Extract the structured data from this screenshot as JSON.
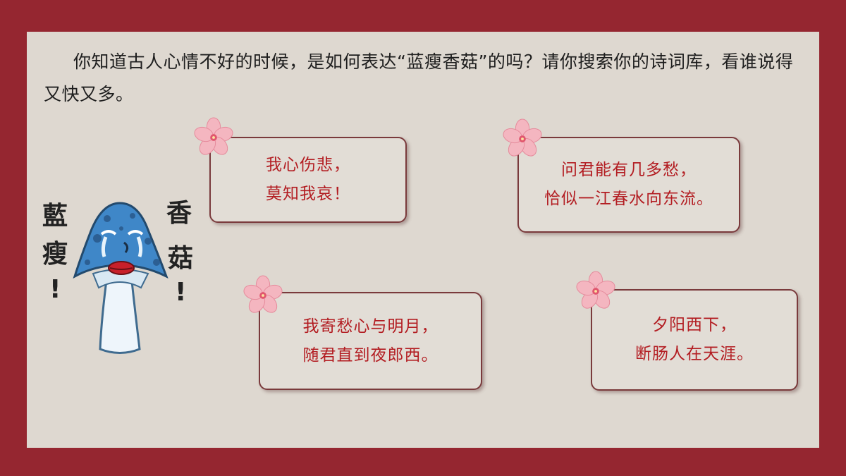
{
  "intro_text": "你知道古人心情不好的时候，是如何表达“蓝瘦香菇”的吗？请你搜索你的诗词库，看谁说得又快又多。",
  "mascot": {
    "left_text": "藍瘦！",
    "right_text": "香菇！",
    "icon": "crying-blue-mushroom"
  },
  "poems": [
    {
      "line1": "我心伤悲，",
      "line2": "莫知我哀！"
    },
    {
      "line1": "问君能有几多愁，",
      "line2": "恰似一江春水向东流。"
    },
    {
      "line1": "我寄愁心与明月，",
      "line2": "随君直到夜郎西。"
    },
    {
      "line1": "夕阳西下，",
      "line2": "断肠人在天涯。"
    }
  ],
  "colors": {
    "frame": "#952630",
    "panel": "#ded8d0",
    "poem_text": "#b31d22",
    "flower": "#f4b6c0"
  }
}
